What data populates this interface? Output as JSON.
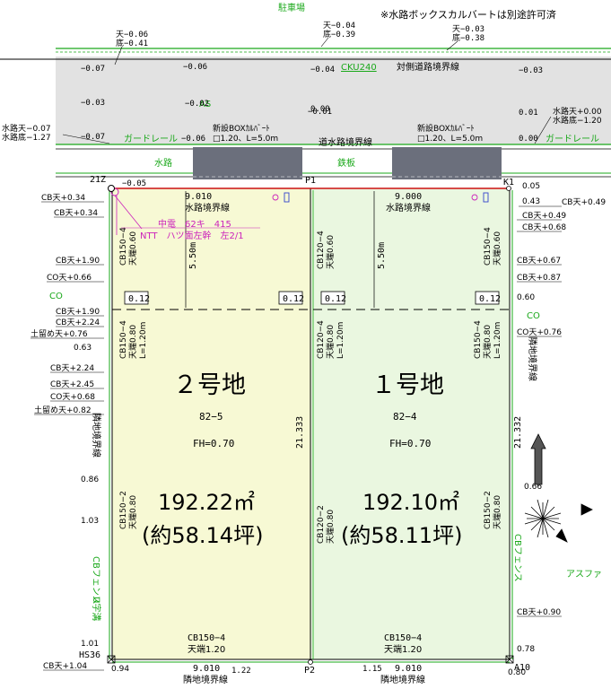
{
  "header": {
    "note": "※水路ボックスカルバートは別途許可済",
    "parking": "駐車場"
  },
  "road": {
    "surface_label": "AS",
    "opposite_boundary_label": "対側道路境界線",
    "gutter_label": "CKU240",
    "guardrail_left": "ガードレール",
    "guardrail_right": "ガードレール",
    "waterway_label": "水路",
    "iron_plate_label": "鉄板",
    "waterway_boundary": "道水路境界線",
    "culvert_left": [
      "新設BOXｶﾙﾊﾞｰﾄ",
      "□1.20、L=5.0m"
    ],
    "culvert_right": [
      "新設BOXｶﾙﾊﾞｰﾄ",
      "□1.20、L=5.0m"
    ],
    "elev_pairs": [
      [
        "天−0.06",
        "底−0.41"
      ],
      [
        "天−0.04",
        "底−0.39"
      ],
      [
        "天−0.03",
        "底−0.38"
      ]
    ],
    "elevations": [
      "−0.07",
      "−0.06",
      "−0.04",
      "−0.03",
      "−0.03",
      "−0.02",
      "0.00",
      "0.01",
      "−0.07",
      "−0.06",
      "−0.01",
      "0.00",
      "−0.05"
    ],
    "waterway_left": [
      "水路天−0.07",
      "水路底−1.27"
    ],
    "waterway_right": [
      "水路天+0.00",
      "水路底−1.20"
    ]
  },
  "points": {
    "p21z": "21Z",
    "p1": "P1",
    "k1": "K1",
    "p2": "P2",
    "hs36": "HS36",
    "a10": "A10"
  },
  "left_annotations": [
    "CB天+0.34",
    "CB天+0.34",
    "CB天+1.90",
    "CO天+0.66",
    "CO",
    "CB天+1.90",
    "CB天+2.24",
    "土留め天+0.76",
    "0.63",
    "CB天+2.24",
    "CB天+2.45",
    "CO天+0.68",
    "土留め天+0.82",
    "0.86",
    "1.03",
    "1.01",
    "CB天+1.04",
    "0.94"
  ],
  "right_annotations": [
    "0.05",
    "0.43",
    "CB天+0.49",
    "CB天+0.49",
    "CB天+0.68",
    "CB天+0.67",
    "CB天+0.87",
    "0.60",
    "CO",
    "CO天+0.76",
    "0.66",
    "CB天+0.90",
    "0.78",
    "0.80"
  ],
  "side_labels": {
    "left_boundary": "隣地境界線",
    "right_boundary": "隣地境界線",
    "left_fence": "CBフェンス",
    "left_gutter": "U字溝",
    "right_fence": "CBフェンス",
    "asphalt": "アスファ"
  },
  "utility": {
    "line1": "中電　62キ　415",
    "line2": "NTT　ハツ面左幹　左2/1"
  },
  "lot2": {
    "name": "２号地",
    "number": "82−5",
    "fh": "FH=0.70",
    "area": "192.22㎡",
    "tsubo": "(約58.14坪)",
    "top_width": "9.010",
    "top_label": "水路境界線",
    "bottom_width": "9.010",
    "bottom_label": "隣地境界線",
    "depth": "21.333",
    "setback": "5.50m",
    "height_left": "0.12",
    "height_right": "0.12",
    "cb_top": [
      "CB150−4",
      "天端0.60"
    ],
    "cb_mid": [
      "CB150−4",
      "天端0.80",
      "L=1.20m"
    ],
    "cb_low": [
      "CB150−2",
      "天端0.80"
    ],
    "cb_right_top": [
      "CB120−4",
      "天端0.60"
    ],
    "cb_right_mid": [
      "CB120−4",
      "天端0.80",
      "L=1.20m"
    ],
    "cb_right_low": [
      "CB120−2",
      "天端0.80"
    ],
    "cb_bottom": [
      "CB150−4",
      "天端1.20"
    ],
    "bottom_corner": "1.22"
  },
  "lot1": {
    "name": "１号地",
    "number": "82−4",
    "fh": "FH=0.70",
    "area": "192.10㎡",
    "tsubo": "(約58.11坪)",
    "top_width": "9.000",
    "top_label": "水路境界線",
    "bottom_width": "9.010",
    "bottom_label": "隣地境界線",
    "depth": "21.332",
    "setback": "5.50m",
    "height_left": "0.12",
    "height_right": "0.12",
    "cb_top": [
      "CB150−4",
      "天端0.60"
    ],
    "cb_mid": [
      "CB150−4",
      "天端0.80",
      "L=1.20m"
    ],
    "cb_low": [
      "CB150−2",
      "天端0.80"
    ],
    "cb_bottom": [
      "CB150−4",
      "天端1.20"
    ],
    "bottom_corner": "1.15"
  },
  "colors": {
    "lot2_fill": "#f7f9d4",
    "lot1_fill": "#eaf7e0",
    "road_fill": "#e2e2e2",
    "culvert_fill": "#6b6f7c",
    "green": "#1aa81a",
    "magenta": "#cc22bb",
    "red": "#cc1111"
  }
}
